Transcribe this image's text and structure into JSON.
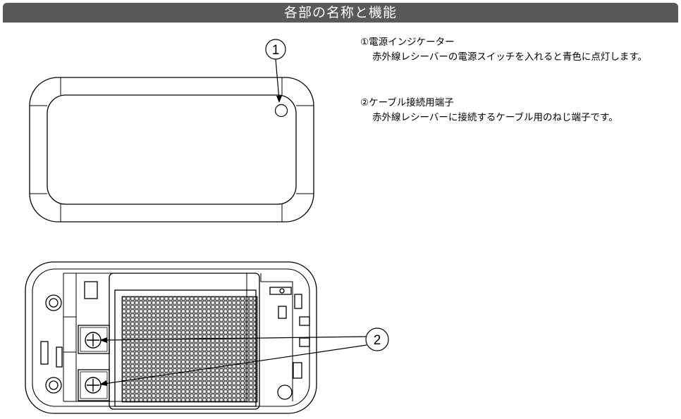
{
  "title": "各部の名称と機能",
  "callout_1": "1",
  "callout_2": "2",
  "items": [
    {
      "heading": "①電源インジケーター",
      "body": "赤外線レシーバーの電源スイッチを入れると青色に点灯します。"
    },
    {
      "heading": "②ケーブル接続用端子",
      "body": "赤外線レシーバーに接続するケーブル用のねじ端子です。"
    }
  ]
}
